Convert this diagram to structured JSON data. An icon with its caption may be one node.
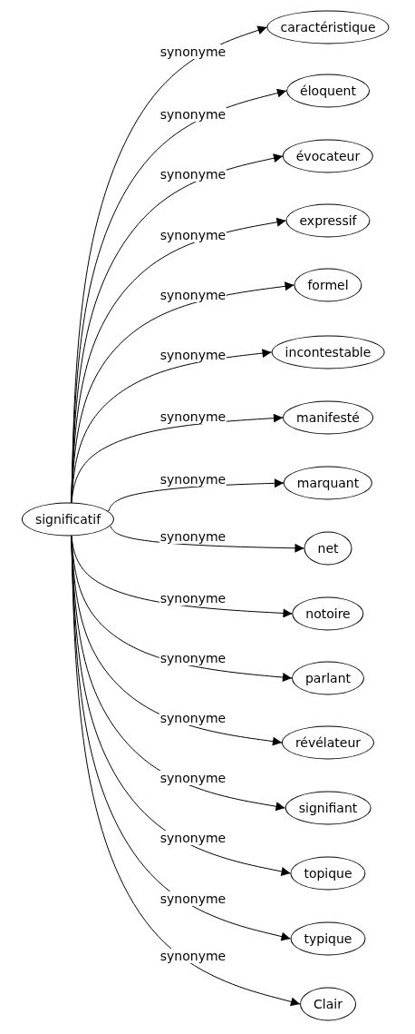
{
  "diagram": {
    "nodes": [
      {
        "text": [
          "significatif"
        ]
      },
      {
        "text": [
          "caractéristique"
        ]
      },
      {
        "text": [
          "éloquent"
        ]
      },
      {
        "text": [
          "évocateur"
        ]
      },
      {
        "text": [
          "expressif"
        ]
      },
      {
        "text": [
          "formel"
        ]
      },
      {
        "text": [
          "incontestable"
        ]
      },
      {
        "text": [
          "manifesté"
        ]
      },
      {
        "text": [
          "marquant"
        ]
      },
      {
        "text": [
          "net"
        ]
      },
      {
        "text": [
          "notoire"
        ]
      },
      {
        "text": [
          "parlant"
        ]
      },
      {
        "text": [
          "révélateur"
        ]
      },
      {
        "text": [
          "signifiant"
        ]
      },
      {
        "text": [
          "topique"
        ]
      },
      {
        "text": [
          "typique"
        ]
      },
      {
        "text": [
          "Clair"
        ]
      }
    ],
    "edges": [
      {
        "from": 0,
        "to": 1,
        "arrow": "to",
        "label": "synonyme"
      },
      {
        "from": 0,
        "to": 2,
        "arrow": "to",
        "label": "synonyme"
      },
      {
        "from": 0,
        "to": 3,
        "arrow": "to",
        "label": "synonyme"
      },
      {
        "from": 0,
        "to": 4,
        "arrow": "to",
        "label": "synonyme"
      },
      {
        "from": 0,
        "to": 5,
        "arrow": "to",
        "label": "synonyme"
      },
      {
        "from": 0,
        "to": 6,
        "arrow": "to",
        "label": "synonyme"
      },
      {
        "from": 0,
        "to": 7,
        "arrow": "to",
        "label": "synonyme"
      },
      {
        "from": 0,
        "to": 8,
        "arrow": "to",
        "label": "synonyme"
      },
      {
        "from": 0,
        "to": 9,
        "arrow": "to",
        "label": "synonyme"
      },
      {
        "from": 0,
        "to": 10,
        "arrow": "to",
        "label": "synonyme"
      },
      {
        "from": 0,
        "to": 11,
        "arrow": "to",
        "label": "synonyme"
      },
      {
        "from": 0,
        "to": 12,
        "arrow": "to",
        "label": "synonyme"
      },
      {
        "from": 0,
        "to": 13,
        "arrow": "to",
        "label": "synonyme"
      },
      {
        "from": 0,
        "to": 14,
        "arrow": "to",
        "label": "synonyme"
      },
      {
        "from": 0,
        "to": 15,
        "arrow": "to",
        "label": "synonyme"
      },
      {
        "from": 0,
        "to": 16,
        "arrow": "to",
        "label": "synonyme"
      }
    ]
  }
}
